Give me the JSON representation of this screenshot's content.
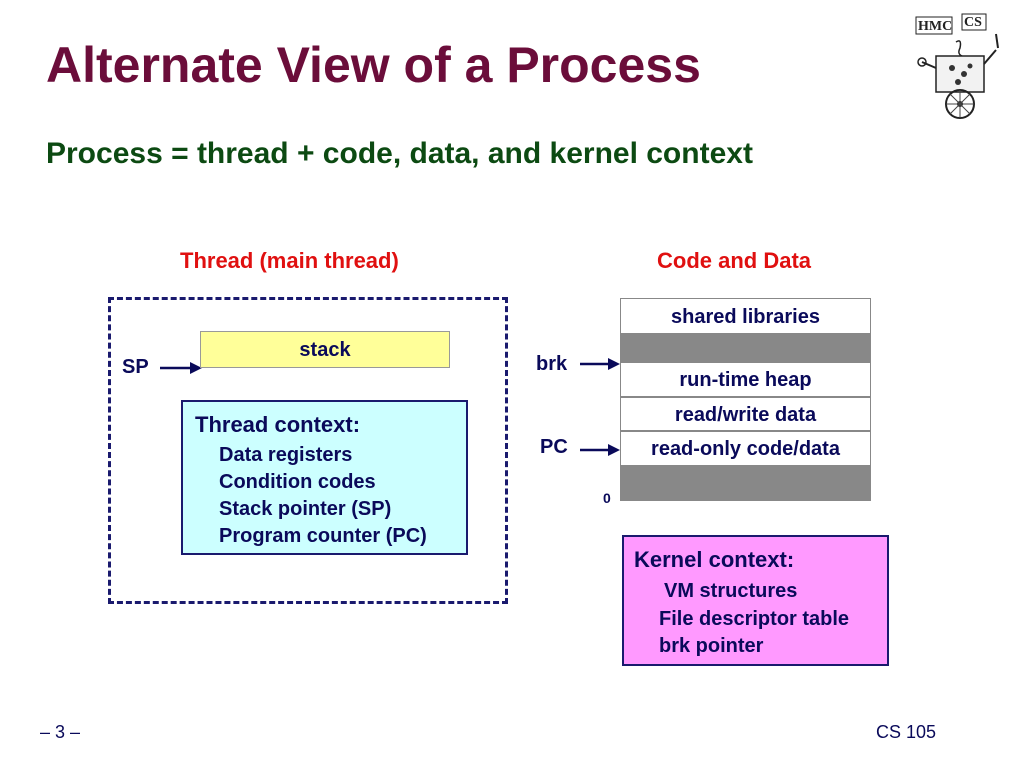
{
  "title": "Alternate View of a Process",
  "subtitle": "Process = thread + code, data, and kernel context",
  "thread_section": {
    "header": "Thread (main thread)",
    "sp_label": "SP",
    "stack_label": "stack",
    "context": {
      "title": "Thread context:",
      "items": [
        "Data registers",
        "Condition codes",
        "Stack pointer (SP)",
        "Program counter (PC)"
      ]
    }
  },
  "code_data_section": {
    "header": "Code and Data",
    "brk_label": "brk",
    "pc_label": "PC",
    "zero_label": "0",
    "segments": [
      "shared libraries",
      "",
      "run-time heap",
      "read/write data",
      "read-only code/data",
      ""
    ]
  },
  "kernel_context": {
    "title": "Kernel context:",
    "items": [
      "VM structures",
      "File descriptor table",
      "brk pointer"
    ]
  },
  "footer": {
    "page": "– 3 –",
    "course": "CS 105"
  },
  "logo": {
    "text": "HMC CS"
  },
  "colors": {
    "title": "#6b0d3a",
    "subtitle": "#0c4a12",
    "section_header": "#e01010",
    "text": "#0a0a5a",
    "stack_fill": "#ffff99",
    "thread_context_fill": "#ccffff",
    "kernel_context_fill": "#ff99ff",
    "unused_segment_fill": "#888888"
  }
}
